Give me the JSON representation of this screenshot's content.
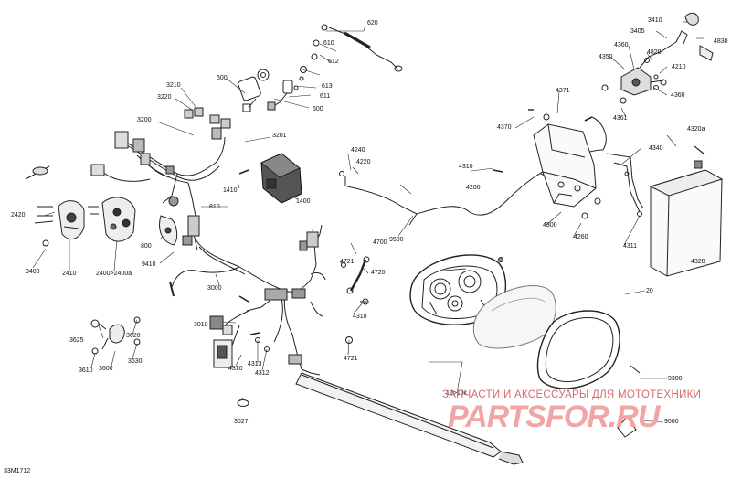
{
  "diagram": {
    "id": "33M1712",
    "watermark_text": "ЗАПЧАСТИ И АКСЕССУАРЫ ДЛЯ МОТОТЕХНИКИ",
    "watermark_logo": "PARTSFOR.RU",
    "callouts": {
      "p620": "620",
      "p610": "610",
      "p612": "612",
      "p613": "613",
      "p611": "611",
      "p600": "600",
      "p500": "500",
      "p3210": "3210",
      "p3220": "3220",
      "p3200": "3200",
      "p3201": "3201",
      "p1410": "1410",
      "p1400": "1400",
      "p810": "810",
      "p800": "800",
      "p9410": "9410",
      "p2420": "2420",
      "p9400": "9400",
      "p2410": "2410",
      "p2400": "2400>2400a",
      "p3000": "3000",
      "p3010": "3010",
      "p3625": "3625",
      "p3620": "3620",
      "p3610": "3610",
      "p3600": "3600",
      "p3630": "3630",
      "p4310a": "4310",
      "p4313": "4313",
      "p4312": "4312",
      "p3027": "3027",
      "p4240": "4240",
      "p4220": "4220",
      "p4200": "4200",
      "p9500": "9500",
      "p4310b": "4310",
      "p4700": "4700",
      "p4721a": "4721",
      "p4720": "4720",
      "p4310c": "4310",
      "p4721b": "4721",
      "p4370": "4370",
      "p4371": "4371",
      "p4340": "4340",
      "p4300": "4300",
      "p4260": "4260",
      "p4311": "4311",
      "p4320a": "4320a",
      "p4320": "4320",
      "p20": "20",
      "p10": "10>10c",
      "p9300": "9300",
      "p9000": "9000",
      "p3410": "3410",
      "p3405": "3405",
      "p4830": "4830",
      "p4360a": "4360",
      "p4820": "4820",
      "p4350": "4350",
      "p4210": "4210",
      "p4360b": "4360",
      "p4361": "4361"
    }
  }
}
